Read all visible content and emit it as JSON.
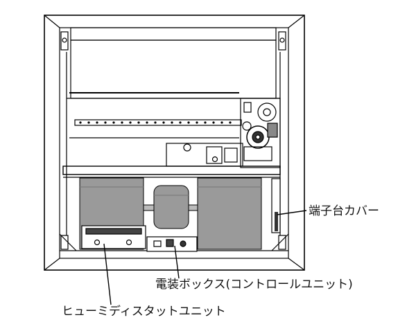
{
  "labels": {
    "terminal_cover": "端子台カバー",
    "electrical_box": "電装ボックス(コントロールユニット)",
    "humidistat_unit": "ヒューミディスタットユニット"
  },
  "colors": {
    "outline": "#000000",
    "fan_gray": "#9a9a9a",
    "panel_fill": "#ffffff",
    "dark_fill": "#333333"
  }
}
